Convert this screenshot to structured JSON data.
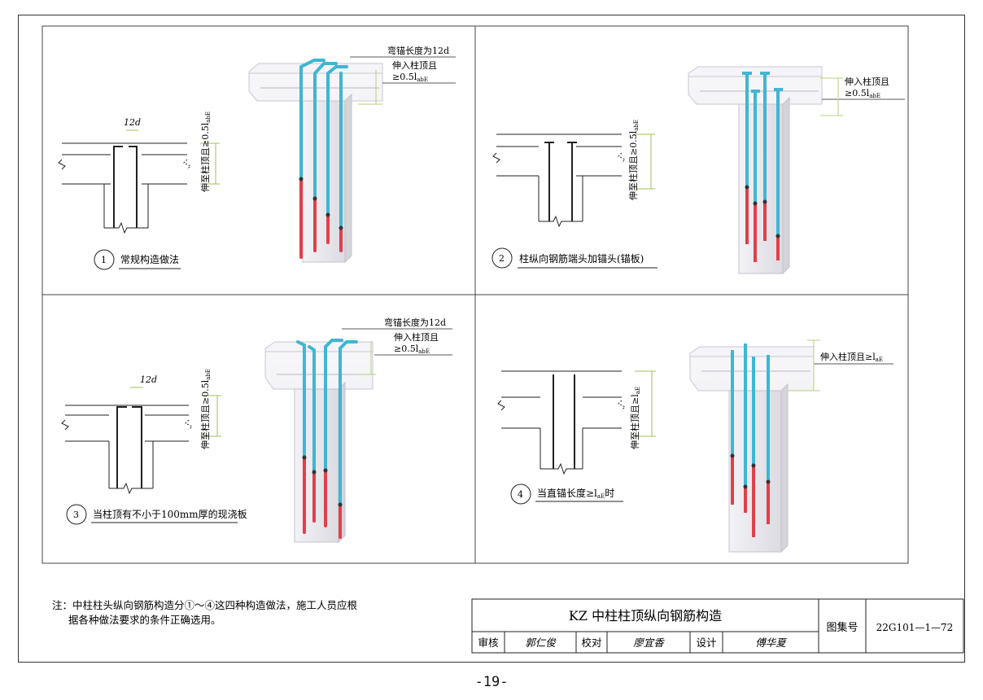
{
  "panels": [
    {
      "number": "1",
      "caption": "常规构造做法",
      "dim_12d": "12d",
      "vertical_label": "伸至柱顶且≥0.5l",
      "vertical_sub": "abE",
      "ann_top": "弯锚长度为12d",
      "ann_mid": "伸入柱顶且",
      "ann_bot": "≥0.5l",
      "ann_bot_sub": "abE"
    },
    {
      "number": "2",
      "caption": "柱纵向钢筋端头加锚头(锚板)",
      "vertical_label": "伸至柱顶且≥0.5l",
      "vertical_sub": "abE",
      "ann_mid": "伸入柱顶且",
      "ann_bot": "≥0.5l",
      "ann_bot_sub": "abE"
    },
    {
      "number": "3",
      "caption": "当柱顶有不小于100mm厚的现浇板",
      "dim_12d": "12d",
      "vertical_label": "伸至柱顶且≥0.5l",
      "vertical_sub": "abE",
      "ann_top": "弯锚长度为12d",
      "ann_mid": "伸入柱顶且",
      "ann_bot": "≥0.5l",
      "ann_bot_sub": "abE"
    },
    {
      "number": "4",
      "caption": "当直锚长度≥l",
      "caption_sub": "aE",
      "caption_tail": "时",
      "vertical_label": "伸至柱顶且≥l",
      "vertical_sub": "aE",
      "ann_mid": "伸入柱顶且≥l",
      "ann_mid_sub": "aE"
    }
  ],
  "note": {
    "line1": "注：中柱柱头纵向钢筋构造分①～④这四种构造做法，施工人员应根",
    "line2": "据各种做法要求的条件正确选用。"
  },
  "title_block": {
    "title": "KZ 中柱柱顶纵向钢筋构造",
    "atlas_label": "图集号",
    "atlas_number": "22G101—1—72",
    "review_label": "审核",
    "reviewer": "郭仁俊",
    "check_label": "校对",
    "checker": "廖宜香",
    "design_label": "设计",
    "designer": "傅华夏"
  },
  "page_number": "-19-",
  "colors": {
    "rebar_top": "#3fb6d4",
    "rebar_bottom": "#e0404a",
    "concrete": "#ecebf0",
    "dimension_line": "#b6d27a"
  }
}
